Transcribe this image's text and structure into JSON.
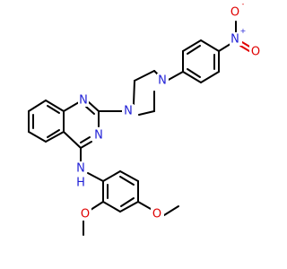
{
  "molecule": {
    "colors": {
      "nitrogen": "#1f1fd6",
      "oxygen": "#e00000",
      "bond": "#000000",
      "background": "#ffffff"
    },
    "atoms": {
      "n1": {
        "label": "N"
      },
      "n3": {
        "label": "N"
      },
      "n_pip1": {
        "label": "N"
      },
      "n_pip4": {
        "label": "N"
      },
      "nh": {
        "label": "N"
      },
      "h": {
        "label": "H"
      },
      "n_nitro": {
        "label": "N"
      },
      "n_nitro_charge": {
        "label": "+"
      },
      "o_nitro_1": {
        "label": "O"
      },
      "o_nitro_1_charge": {
        "label": "-"
      },
      "o_nitro_2": {
        "label": "O"
      },
      "o_methoxy_1": {
        "label": "O"
      },
      "o_methoxy_2": {
        "label": "O"
      }
    }
  }
}
